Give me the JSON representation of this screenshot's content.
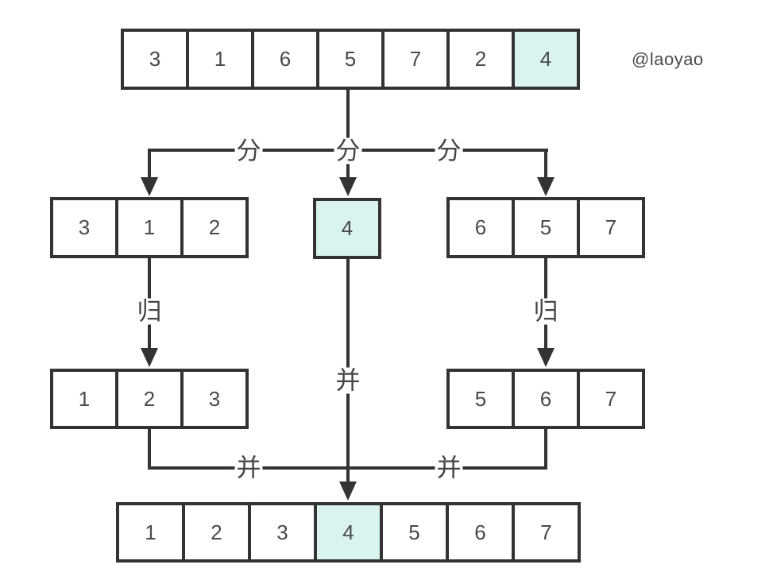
{
  "watermark": "@laoyao",
  "labels": {
    "split": "分",
    "gui": "归",
    "merge": "并"
  },
  "colors": {
    "line": "#333333",
    "text": "#4a4a4a",
    "highlight": "#d8f3f0",
    "background": "#ffffff"
  },
  "arrays": {
    "initial": {
      "values": [
        3,
        1,
        6,
        5,
        7,
        2,
        4
      ],
      "highlight_index": 6
    },
    "left_partition": {
      "values": [
        3,
        1,
        2
      ],
      "highlight_index": -1
    },
    "pivot": {
      "values": [
        4
      ],
      "highlight_index": 0
    },
    "right_partition": {
      "values": [
        6,
        5,
        7
      ],
      "highlight_index": -1
    },
    "left_sorted": {
      "values": [
        1,
        2,
        3
      ],
      "highlight_index": -1
    },
    "right_sorted": {
      "values": [
        5,
        6,
        7
      ],
      "highlight_index": -1
    },
    "result": {
      "values": [
        1,
        2,
        3,
        4,
        5,
        6,
        7
      ],
      "highlight_index": 3
    }
  }
}
